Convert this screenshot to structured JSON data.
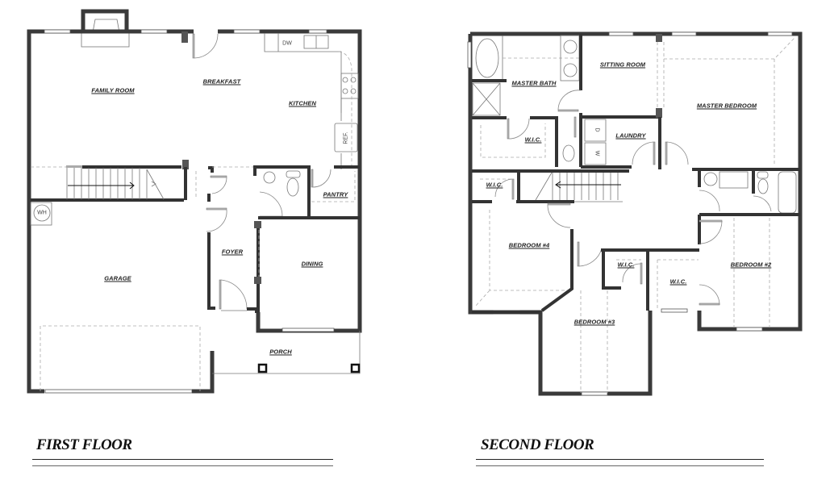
{
  "first_floor": {
    "title": "FIRST FLOOR",
    "rooms": {
      "family_room": "FAMILY ROOM",
      "breakfast": "BREAKFAST",
      "kitchen": "KITCHEN",
      "pantry": "PANTRY",
      "garage": "GARAGE",
      "foyer": "FOYER",
      "dining": "DINING",
      "porch": "PORCH"
    },
    "fixtures": {
      "dishwasher": "DW",
      "refrigerator": "REF.",
      "water_heater": "WH"
    }
  },
  "second_floor": {
    "title": "SECOND FLOOR",
    "rooms": {
      "master_bath": "MASTER BATH",
      "sitting_room": "SITTING ROOM",
      "master_bedroom": "MASTER BEDROOM",
      "master_wic": "W.I.C.",
      "laundry": "LAUNDRY",
      "bedroom4_wic": "W.I.C.",
      "bedroom4": "BEDROOM #4",
      "bedroom3_wic": "W.I.C.",
      "bedroom3": "BEDROOM #3",
      "bedroom2_wic": "W.I.C.",
      "bedroom2": "BEDROOM #2"
    },
    "fixtures": {
      "dryer": "D",
      "washer": "W"
    }
  },
  "colors": {
    "wall": "#3a3a3a",
    "background": "#ffffff",
    "label": "#222222"
  }
}
